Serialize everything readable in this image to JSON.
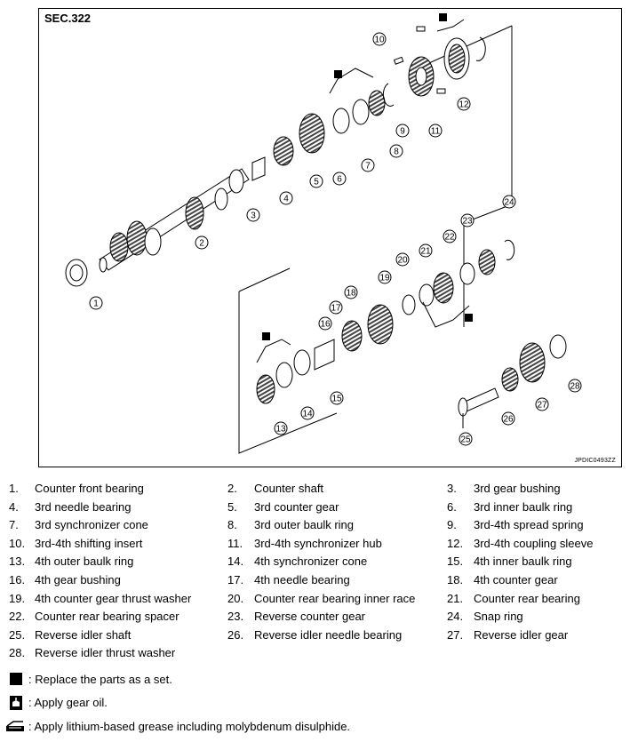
{
  "diagram": {
    "section": "SEC.322",
    "image_code": "JPDIC0493ZZ",
    "callouts": [
      "1",
      "2",
      "3",
      "4",
      "5",
      "6",
      "7",
      "8",
      "9",
      "10",
      "11",
      "12",
      "13",
      "14",
      "15",
      "16",
      "17",
      "18",
      "19",
      "20",
      "21",
      "22",
      "23",
      "24",
      "25",
      "26",
      "27",
      "28"
    ]
  },
  "parts": [
    {
      "num": "1.",
      "name": "Counter front bearing"
    },
    {
      "num": "2.",
      "name": "Counter shaft"
    },
    {
      "num": "3.",
      "name": "3rd gear bushing"
    },
    {
      "num": "4.",
      "name": "3rd needle bearing"
    },
    {
      "num": "5.",
      "name": "3rd counter gear"
    },
    {
      "num": "6.",
      "name": "3rd inner baulk ring"
    },
    {
      "num": "7.",
      "name": "3rd synchronizer cone"
    },
    {
      "num": "8.",
      "name": "3rd outer baulk ring"
    },
    {
      "num": "9.",
      "name": "3rd-4th spread spring"
    },
    {
      "num": "10.",
      "name": "3rd-4th shifting insert"
    },
    {
      "num": "11.",
      "name": "3rd-4th synchronizer hub"
    },
    {
      "num": "12.",
      "name": "3rd-4th coupling sleeve"
    },
    {
      "num": "13.",
      "name": "4th outer baulk ring"
    },
    {
      "num": "14.",
      "name": "4th synchronizer cone"
    },
    {
      "num": "15.",
      "name": "4th inner baulk ring"
    },
    {
      "num": "16.",
      "name": "4th gear bushing"
    },
    {
      "num": "17.",
      "name": "4th needle bearing"
    },
    {
      "num": "18.",
      "name": "4th counter gear"
    },
    {
      "num": "19.",
      "name": "4th counter gear thrust washer"
    },
    {
      "num": "20.",
      "name": "Counter rear bearing inner race"
    },
    {
      "num": "21.",
      "name": "Counter rear bearing"
    },
    {
      "num": "22.",
      "name": "Counter rear bearing spacer"
    },
    {
      "num": "23.",
      "name": "Reverse counter gear"
    },
    {
      "num": "24.",
      "name": "Snap ring"
    },
    {
      "num": "25.",
      "name": "Reverse idler shaft"
    },
    {
      "num": "26.",
      "name": "Reverse idler needle bearing"
    },
    {
      "num": "27.",
      "name": "Reverse idler gear"
    },
    {
      "num": "28.",
      "name": "Reverse idler thrust washer"
    }
  ],
  "notes": {
    "set": ": Replace the parts as a set.",
    "oil": ": Apply gear oil.",
    "grease": ": Apply lithium-based grease including molybdenum disulphide."
  }
}
